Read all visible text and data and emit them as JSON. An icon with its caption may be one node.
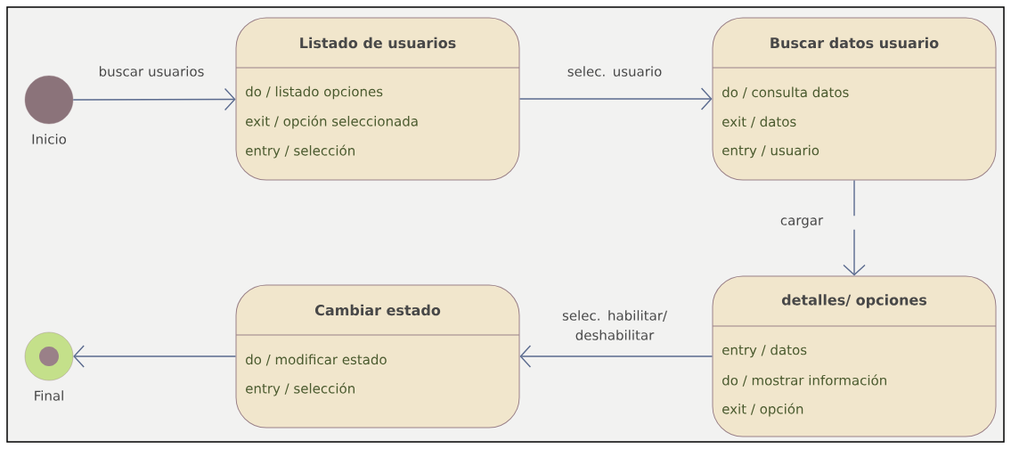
{
  "diagram": {
    "nodes": [
      {
        "text": [],
        "shape": "circle",
        "beside": [
          "Inicio"
        ]
      },
      {
        "text": [
          "Listado de usuarios",
          "do / listado opciones",
          "exit / opción seleccionada",
          "entry / selección"
        ]
      },
      {
        "text": [
          "Buscar datos usuario",
          "do / consulta datos",
          "exit / datos",
          "entry / usuario"
        ]
      },
      {
        "text": [
          "detalles/ opciones",
          "entry / datos",
          "do / mostrar información",
          "exit / opción"
        ]
      },
      {
        "text": [
          "Cambiar estado",
          "do / modificar estado",
          "entry / selección"
        ]
      },
      {
        "text": [],
        "shape": "circle",
        "beside": [
          "Final"
        ]
      }
    ],
    "edges": [
      {
        "from": 0,
        "to": 1,
        "arrow": "to",
        "label": "buscar usuarios"
      },
      {
        "from": 1,
        "to": 2,
        "arrow": "to",
        "label": "selec. usuario"
      },
      {
        "from": 2,
        "to": 3,
        "arrow": "to",
        "label": "cargar"
      },
      {
        "from": 3,
        "to": 4,
        "arrow": "to",
        "label": "selec. habilitar/ deshabilitar"
      },
      {
        "from": 4,
        "to": 5,
        "arrow": "to"
      }
    ]
  }
}
